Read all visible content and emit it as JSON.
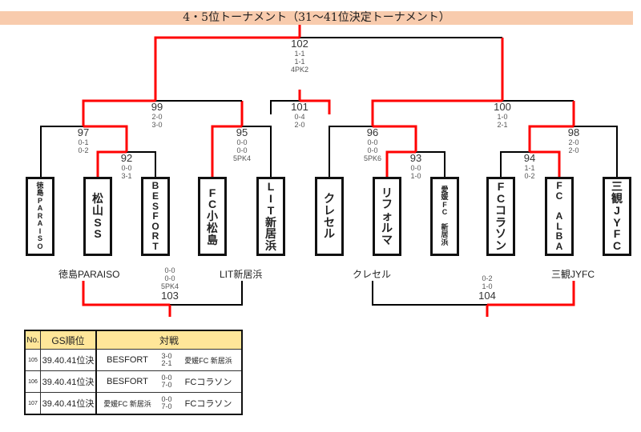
{
  "title": "4・5位トーナメント（31〜41位決定トーナメント）",
  "colors": {
    "winner_line": "#ff0000",
    "loser_line": "#000000",
    "title_bg": "#f8cbad",
    "table_header_bg": "#ffe699"
  },
  "teams": [
    {
      "id": "tokushima",
      "chars": [
        "徳",
        "島",
        "P",
        "A",
        "R",
        "A",
        "I",
        "S",
        "O"
      ]
    },
    {
      "id": "matsuyama",
      "chars": [
        "松",
        "山",
        "S",
        "S"
      ]
    },
    {
      "id": "besfort",
      "chars": [
        "B",
        "E",
        "S",
        "F",
        "O",
        "R",
        "T"
      ]
    },
    {
      "id": "komatsushima",
      "chars": [
        "F",
        "C",
        "小",
        "松",
        "島"
      ]
    },
    {
      "id": "lit",
      "chars": [
        "L",
        "I",
        "T",
        "新",
        "居",
        "浜"
      ]
    },
    {
      "id": "kuresel",
      "chars": [
        "ク",
        "レ",
        "セ",
        "ル"
      ]
    },
    {
      "id": "reforma",
      "chars": [
        "リ",
        "フ",
        "ォ",
        "ル",
        "マ"
      ]
    },
    {
      "id": "ehime",
      "chars": [
        "愛",
        "媛",
        "F",
        "C",
        "",
        "新",
        "居",
        "浜"
      ]
    },
    {
      "id": "corazon",
      "chars": [
        "F",
        "C",
        "コ",
        "ラ",
        "ソ",
        "ン"
      ]
    },
    {
      "id": "alba",
      "chars": [
        "F",
        "C",
        "",
        "A",
        "L",
        "B",
        "A"
      ]
    },
    {
      "id": "mikan",
      "chars": [
        "三",
        "観",
        "J",
        "Y",
        "F",
        "C"
      ]
    }
  ],
  "matches": {
    "m92": {
      "no": "92",
      "scores": [
        "0-0",
        "3-1"
      ]
    },
    "m93": {
      "no": "93",
      "scores": [
        "0-0",
        "1-0"
      ]
    },
    "m94": {
      "no": "94",
      "scores": [
        "1-1",
        "0-2"
      ]
    },
    "m95": {
      "no": "95",
      "scores": [
        "0-0",
        "0-0",
        "5PK4"
      ]
    },
    "m96": {
      "no": "96",
      "scores": [
        "0-0",
        "0-0",
        "5PK6"
      ]
    },
    "m97": {
      "no": "97",
      "scores": [
        "0-1",
        "0-2"
      ]
    },
    "m98": {
      "no": "98",
      "scores": [
        "2-0",
        "2-0"
      ]
    },
    "m99": {
      "no": "99",
      "scores": [
        "2-0",
        "3-0"
      ]
    },
    "m100": {
      "no": "100",
      "scores": [
        "1-0",
        "2-1"
      ]
    },
    "m101": {
      "no": "101",
      "scores": [
        "0-4",
        "2-0"
      ]
    },
    "m102": {
      "no": "102",
      "scores": [
        "1-1",
        "1-1",
        "4PK2"
      ]
    },
    "m103": {
      "no": "103",
      "scores": [
        "0-0",
        "0-0",
        "5PK4"
      ]
    },
    "m104": {
      "no": "104",
      "scores": [
        "0-2",
        "1-0"
      ]
    }
  },
  "playoff_labels": {
    "m103_left": "徳島PARAISO",
    "m103_right": "LIT新居浜",
    "m104_left": "クレセル",
    "m104_right": "三観JYFC"
  },
  "results_table": {
    "headers": {
      "no": "No.",
      "gs": "GS順位",
      "vs": "対戦"
    },
    "rows": [
      {
        "no": "105",
        "gs": "39.40.41位決",
        "team_a": "BESFORT",
        "score1": "3-0",
        "score2": "2-1",
        "team_b": "愛媛FC 新居浜"
      },
      {
        "no": "106",
        "gs": "39.40.41位決",
        "team_a": "BESFORT",
        "score1": "0-0",
        "score2": "7-0",
        "team_b": "FCコラソン"
      },
      {
        "no": "107",
        "gs": "39.40.41位決",
        "team_a": "愛媛FC 新居浜",
        "score1": "0-0",
        "score2": "7-0",
        "team_b": "FCコラソン"
      }
    ]
  }
}
